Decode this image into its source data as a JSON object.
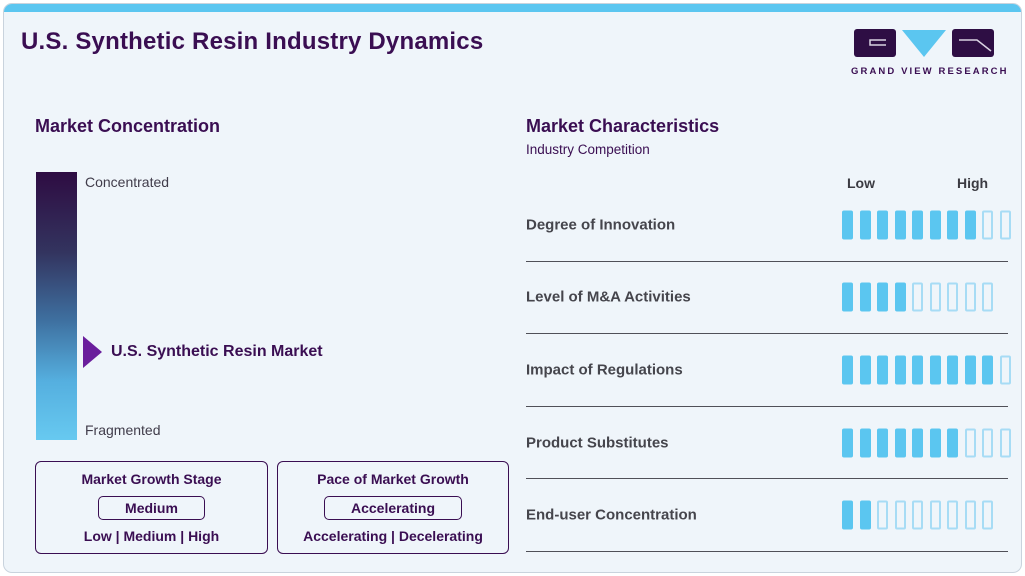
{
  "page": {
    "title": "U.S. Synthetic Resin Industry Dynamics",
    "logo_text": "GRAND VIEW RESEARCH"
  },
  "market_concentration": {
    "heading": "Market Concentration",
    "scale_top": "Concentrated",
    "scale_bottom": "Fragmented",
    "marker_label": "U.S. Synthetic Resin Market",
    "marker_position_pct_from_top": 64,
    "growth_stage": {
      "title": "Market Growth Stage",
      "selected": "Medium",
      "options": "Low | Medium | High"
    },
    "pace_of_growth": {
      "title": "Pace of Market Growth",
      "selected": "Accelerating",
      "options": "Accelerating | Decelerating"
    }
  },
  "market_characteristics": {
    "heading": "Market Characteristics",
    "subheading": "Industry Competition",
    "scale_low": "Low",
    "scale_high": "High",
    "rows": [
      {
        "label": "Degree of Innovation",
        "filled": 8,
        "total": 10
      },
      {
        "label": "Level of M&A Activities",
        "filled": 4,
        "total": 9
      },
      {
        "label": "Impact of Regulations",
        "filled": 9,
        "total": 10
      },
      {
        "label": "Product Substitutes",
        "filled": 7,
        "total": 10
      },
      {
        "label": "End-user Concentration",
        "filled": 2,
        "total": 9
      }
    ]
  },
  "chart_data": {
    "type": "bar",
    "title": "Market Characteristics — Industry Competition",
    "categories": [
      "Degree of Innovation",
      "Level of M&A Activities",
      "Impact of Regulations",
      "Product Substitutes",
      "End-user Concentration"
    ],
    "values": [
      8,
      4,
      9,
      7,
      2
    ],
    "totals_per_row": [
      10,
      9,
      10,
      10,
      9
    ],
    "xlabel": "",
    "ylabel": "",
    "scale_labels": [
      "Low",
      "High"
    ],
    "ylim": [
      0,
      10
    ],
    "legend": "none",
    "grid": "off"
  },
  "colors": {
    "accent_blue": "#5BC6F0",
    "tick_outline": "#A7DCF5",
    "dark_purple": "#3A0E52",
    "arrow_purple": "#6A1E9C",
    "gradient_top": "#2E0C42",
    "gradient_bottom": "#67C9F0",
    "row_label_text": "#45454C",
    "card_background": "#EFF5FA"
  }
}
